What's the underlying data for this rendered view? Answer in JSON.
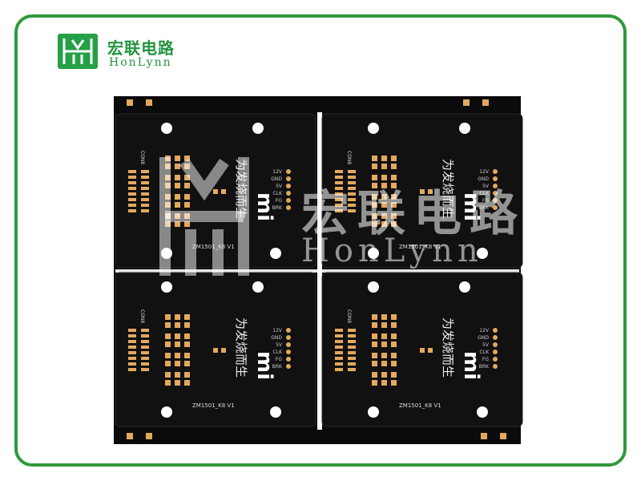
{
  "brand": {
    "name_cn": "宏联电路",
    "name_en": "HonLynn",
    "logo_icon": "honlynn-logo-icon",
    "color": "#23953f"
  },
  "frame": {
    "border_color": "#2e9a3c"
  },
  "watermark": {
    "name_cn": "宏联电路",
    "name_en": "HonLynn",
    "icon": "honlynn-watermark-logo-icon"
  },
  "pcb": {
    "board_color": "#111111",
    "pad_color": "#e3a85e",
    "boards": [
      {
        "connector_label": "CON8",
        "slogan": "为发烧而生",
        "brand_mark": "mi",
        "part_no": "ZM1501_K8 V1",
        "pins": [
          "12V",
          "GND",
          "5V",
          "CLK",
          "FG",
          "BRK"
        ]
      },
      {
        "connector_label": "CON8",
        "slogan": "为发烧而生",
        "brand_mark": "mi",
        "part_no": "ZM1501_K8 V1",
        "pins": [
          "12V",
          "GND",
          "5V",
          "CLK",
          "FG",
          "BRK"
        ]
      },
      {
        "connector_label": "CON8",
        "slogan": "为发烧而生",
        "brand_mark": "mi",
        "part_no": "ZM1501_K8 V1",
        "pins": [
          "12V",
          "GND",
          "5V",
          "CLK",
          "FG",
          "BRK"
        ]
      },
      {
        "connector_label": "CON8",
        "slogan": "为发烧而生",
        "brand_mark": "mi",
        "part_no": "ZM1501_K8 V1",
        "pins": [
          "12V",
          "GND",
          "5V",
          "CLK",
          "FG",
          "BRK"
        ]
      }
    ]
  }
}
